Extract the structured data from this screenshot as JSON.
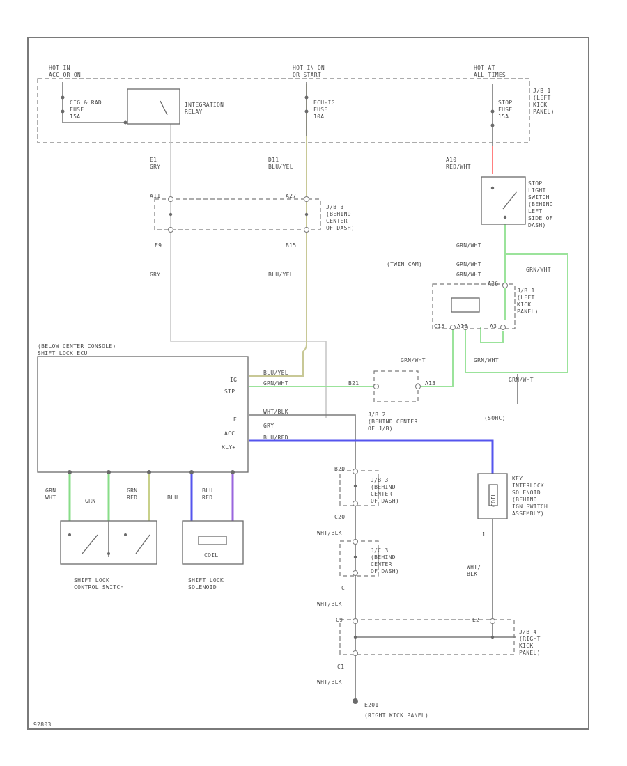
{
  "labels": {
    "hot_in_acc": "HOT IN\nACC OR ON",
    "hot_in_on": "HOT IN ON\nOR START",
    "hot_at_all": "HOT AT\nALL TIMES",
    "jb1_top": "J/B 1\n(LEFT\nKICK\nPANEL)",
    "cig_fuse": "CIG & RAD\nFUSE\n15A",
    "integration_relay": "INTEGRATION\nRELAY",
    "ecu_ig_fuse": "ECU-IG\nFUSE\n10A",
    "stop_fuse": "STOP\nFUSE\n15A",
    "e1_gry": "E1\nGRY",
    "d11_bluyel": "D11\nBLU/YEL",
    "a10_redwht": "A10\nRED/WHT",
    "a11": "A11",
    "a27": "A27",
    "jb3_a": "J/B 3\n(BEHIND\nCENTER\nOF DASH)",
    "e9": "E9",
    "b15": "B15",
    "gry": "GRY",
    "bluyel": "BLU/YEL",
    "stop_light_switch": "STOP\nLIGHT\nSWITCH\n(BEHIND\nLEFT\nSIDE OF\nDASH)",
    "grnwht_1": "GRN/WHT",
    "grnwht_2": "GRN/WHT",
    "grnwht_3": "GRN/WHT",
    "grnwht_4": "GRN/WHT",
    "grnwht_5": "GRN/WHT",
    "grnwht_6": "GRN/WHT",
    "twin_cam": "(TWIN CAM)",
    "sohc": "(SOHC)",
    "a36": "A36",
    "c15": "C15",
    "a18": "A18",
    "a3": "A3",
    "jb1_mid": "J/B 1\n(LEFT\nKICK\nPANEL)",
    "below_console": "(BELOW CENTER CONSOLE)",
    "shift_lock_ecu": "SHIFT LOCK ECU",
    "pin_ig": "IG",
    "pin_stp": "STP",
    "pin_e": "E",
    "pin_acc": "ACC",
    "pin_kly": "KLY+",
    "w_bluyel": "BLU/YEL",
    "w_grnwht": "GRN/WHT",
    "w_whtblk": "WHT/BLK",
    "w_gry": "GRY",
    "w_blured": "BLU/RED",
    "b21": "B21",
    "a13": "A13",
    "jb2": "J/B 2\n(BEHIND CENTER\nOF J/B)",
    "b20": "B20",
    "jb3_b": "J/B 3\n(BEHIND\nCENTER\nOF DASH)",
    "c20": "C20",
    "whtblk_1": "WHT/BLK",
    "jc3": "J/C 3\n(BEHIND\nCENTER\nOF DASH)",
    "c": "C",
    "whtblk_2": "WHT/BLK",
    "c9": "C9",
    "c1": "C1",
    "whtblk_3": "WHT/BLK",
    "e2": "E2",
    "jb4": "J/B 4\n(RIGHT\nKICK\nPANEL)",
    "ground_e201": "E201",
    "right_kick": "(RIGHT KICK PANEL)",
    "key_interlock": "KEY\nINTERLOCK\nSOLENOID\n(BEHIND\nIGN SWITCH\nASSEMBLY)",
    "ki_pin1": "1",
    "ki_whtblk": "WHT/\nBLK",
    "grn_wht_a": "GRN\nWHT",
    "grn_a": "GRN",
    "grn_red": "GRN\nRED",
    "blu": "BLU",
    "blu_red": "BLU\nRED",
    "shift_lock_switch": "SHIFT LOCK\nCONTROL SWITCH",
    "shift_lock_solenoid": "SHIFT LOCK\nSOLENOID",
    "coil_sol": "COIL",
    "coil_ki": "COIL",
    "diagram_id": "92803"
  }
}
